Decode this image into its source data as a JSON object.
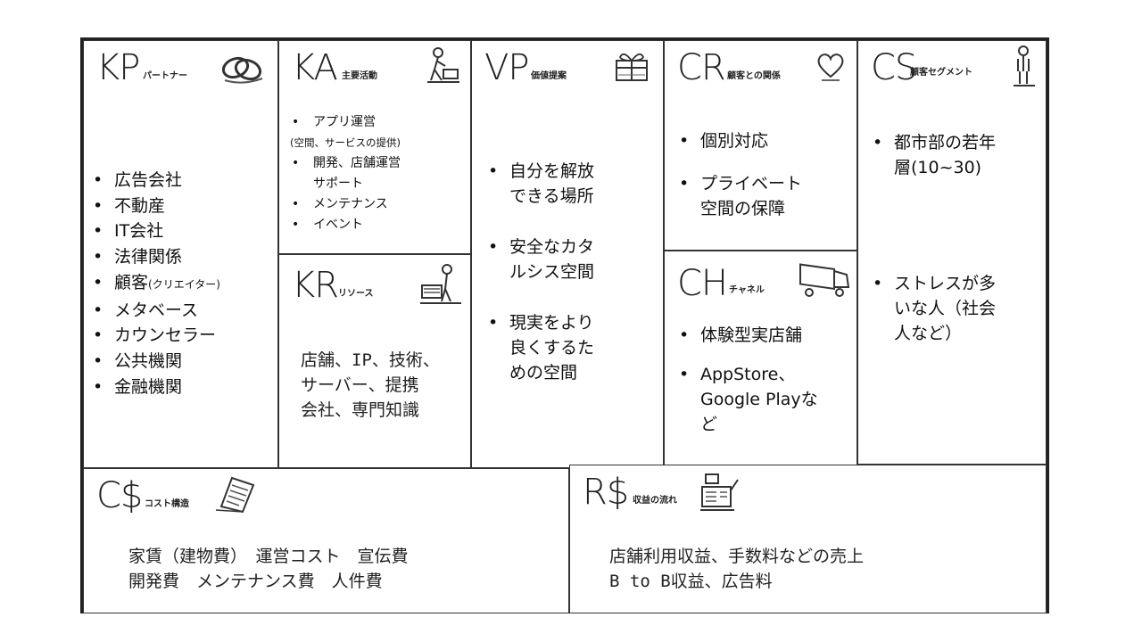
{
  "kp": {
    "abbr": "KP",
    "title": "パートナー",
    "icon": "rings-icon",
    "items": [
      "広告会社",
      "不動産",
      "IT会社",
      "法律関係",
      "顧客",
      "メタベース",
      "カウンセラー",
      "公共機関",
      "金融機関"
    ],
    "customer_note": "(クリエイター)"
  },
  "ka": {
    "abbr": "KA",
    "title": "主要活動",
    "icon": "worker-icon",
    "items": [
      "アプリ運営",
      "開発、店舗運営",
      "サポート",
      "メンテナンス",
      "イベント"
    ],
    "app_note": "(空間、サービスの提供)"
  },
  "kr": {
    "abbr": "KR",
    "title": "リソース",
    "icon": "worker-machine-icon",
    "text_lines": [
      "店舗、IP、技術、",
      "サーバー、提携",
      "会社、専門知識"
    ]
  },
  "vp": {
    "abbr": "VP",
    "title": "価値提案",
    "icon": "gift-icon",
    "items": [
      {
        "line1": "自分を解放",
        "line2": "できる場所"
      },
      {
        "line1": "安全なカタ",
        "line2": "ルシス空間"
      },
      {
        "line1": "現実をより",
        "line2": "良くするた",
        "line3": "めの空間"
      }
    ]
  },
  "cr": {
    "abbr": "CR",
    "title": "顧客との関係",
    "icon": "heart-icon",
    "items": [
      {
        "line1": "個別対応"
      },
      {
        "line1": "プライベート",
        "line2": "空間の保障"
      }
    ]
  },
  "ch": {
    "abbr": "CH",
    "title": "チャネル",
    "icon": "truck-icon",
    "items": [
      {
        "line1": "体験型実店舗"
      },
      {
        "line1": "AppStore、",
        "line2": "Google Playな",
        "line3": "ど"
      }
    ]
  },
  "cs": {
    "abbr": "CS",
    "title": "顧客セグメント",
    "icon": "person-icon",
    "items": [
      {
        "line1": "都市部の若年",
        "line2": "層(10~30)"
      },
      {
        "line1": "ストレスが多",
        "line2": "いな人（社会",
        "line3": "人など）"
      }
    ]
  },
  "cost": {
    "abbr": "C$",
    "title": "コスト構造",
    "icon": "document-icon",
    "line1": "家賃（建物費）　運営コスト　宣伝費",
    "line2": "開発費　メンテナンス費　人件費"
  },
  "rev": {
    "abbr": "R$",
    "title": "収益の流れ",
    "icon": "cash-register-icon",
    "line1": "店舗利用収益、手数料などの売上",
    "line2": "B to B収益、広告料"
  }
}
